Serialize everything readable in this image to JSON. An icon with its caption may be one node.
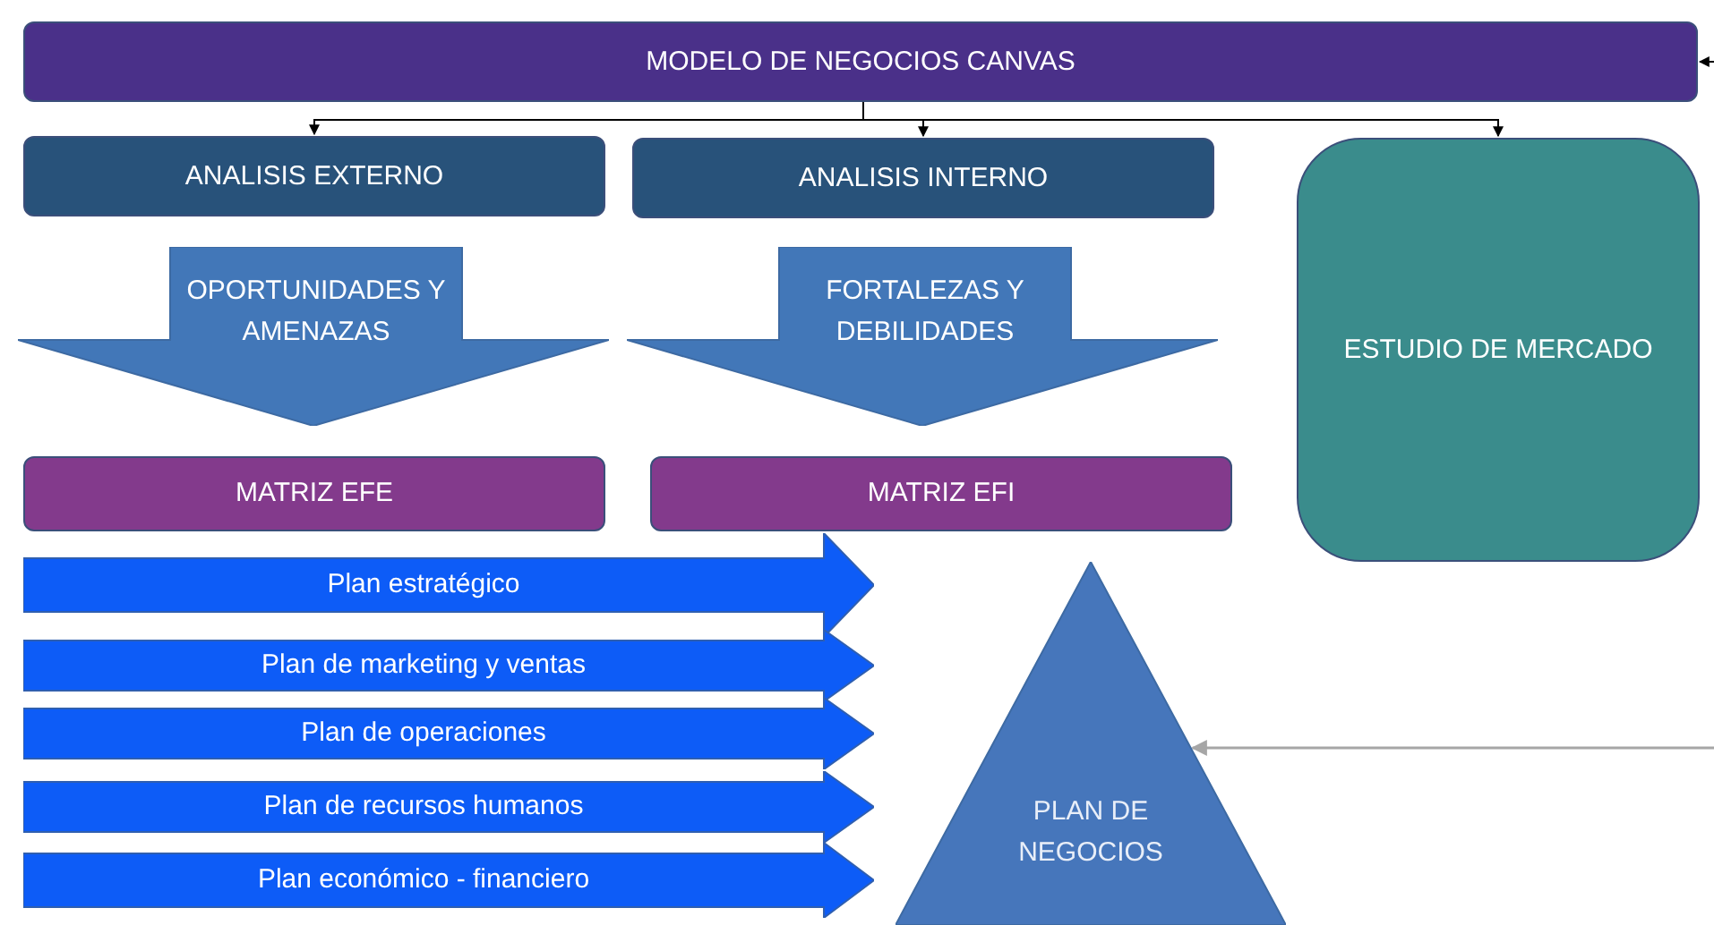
{
  "diagram": {
    "nodes": [
      {
        "text": [
          "MODELO DE NEGOCIOS CANVAS"
        ]
      },
      {
        "text": [
          "ANALISIS EXTERNO"
        ]
      },
      {
        "text": [
          "ANALISIS INTERNO"
        ]
      },
      {
        "text": [
          "ESTUDIO DE MERCADO"
        ]
      },
      {
        "text": [
          "OPORTUNIDADES Y AMENAZAS"
        ]
      },
      {
        "text": [
          "FORTALEZAS Y DEBILIDADES"
        ]
      },
      {
        "text": [
          "MATRIZ EFE"
        ]
      },
      {
        "text": [
          "MATRIZ EFI"
        ]
      },
      {
        "text": [
          "Plan estratégico"
        ]
      },
      {
        "text": [
          "Plan de marketing y ventas"
        ]
      },
      {
        "text": [
          "Plan de operaciones"
        ]
      },
      {
        "text": [
          "Plan de recursos humanos"
        ]
      },
      {
        "text": [
          "Plan económico - financiero"
        ]
      },
      {
        "text": [
          "PLAN DE NEGOCIOS"
        ]
      }
    ],
    "edges": [
      {
        "from": 0,
        "to": 1,
        "arrow": "to"
      },
      {
        "from": 0,
        "to": 2,
        "arrow": "to"
      },
      {
        "from": 0,
        "to": 3,
        "arrow": "to"
      },
      {
        "from": null,
        "to": 0,
        "arrow": "to"
      },
      {
        "from": null,
        "to": 13,
        "arrow": "to",
        "color": "#a6a6a6"
      }
    ]
  }
}
